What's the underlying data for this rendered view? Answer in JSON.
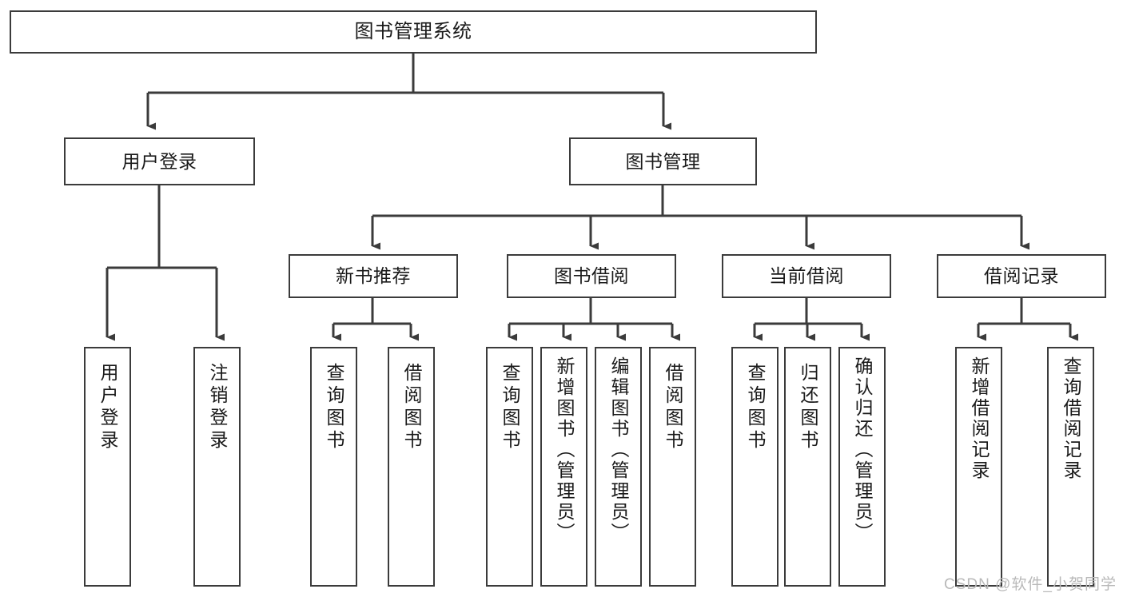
{
  "diagram": {
    "title": "图书管理系统",
    "type": "tree-hierarchy",
    "colors": {
      "box_border": "#3b3b3b",
      "box_fill": "#ffffff",
      "connector": "#3b3b3b",
      "text": "#1a1a1a",
      "watermark": "#b9b9b9",
      "background": "#ffffff"
    },
    "root": {
      "label": "图书管理系统"
    },
    "level2": [
      {
        "label": "用户登录"
      },
      {
        "label": "图书管理"
      }
    ],
    "level3": [
      {
        "label": "新书推荐"
      },
      {
        "label": "图书借阅"
      },
      {
        "label": "当前借阅"
      },
      {
        "label": "借阅记录"
      }
    ],
    "leaves": {
      "user_login": [
        {
          "label": "用户登录"
        },
        {
          "label": "注销登录"
        }
      ],
      "new_book_recommend": [
        {
          "label": "查询图书"
        },
        {
          "label": "借阅图书"
        }
      ],
      "book_borrow": [
        {
          "label": "查询图书"
        },
        {
          "label": "新增图书（管理员）"
        },
        {
          "label": "编辑图书（管理员）"
        },
        {
          "label": "借阅图书"
        }
      ],
      "current_borrow": [
        {
          "label": "查询图书"
        },
        {
          "label": "归还图书"
        },
        {
          "label": "确认归还（管理员）"
        }
      ],
      "borrow_record": [
        {
          "label": "新增借阅记录"
        },
        {
          "label": "查询借阅记录"
        }
      ]
    }
  },
  "watermark": {
    "text": "CSDN @软件_小贺同学"
  }
}
